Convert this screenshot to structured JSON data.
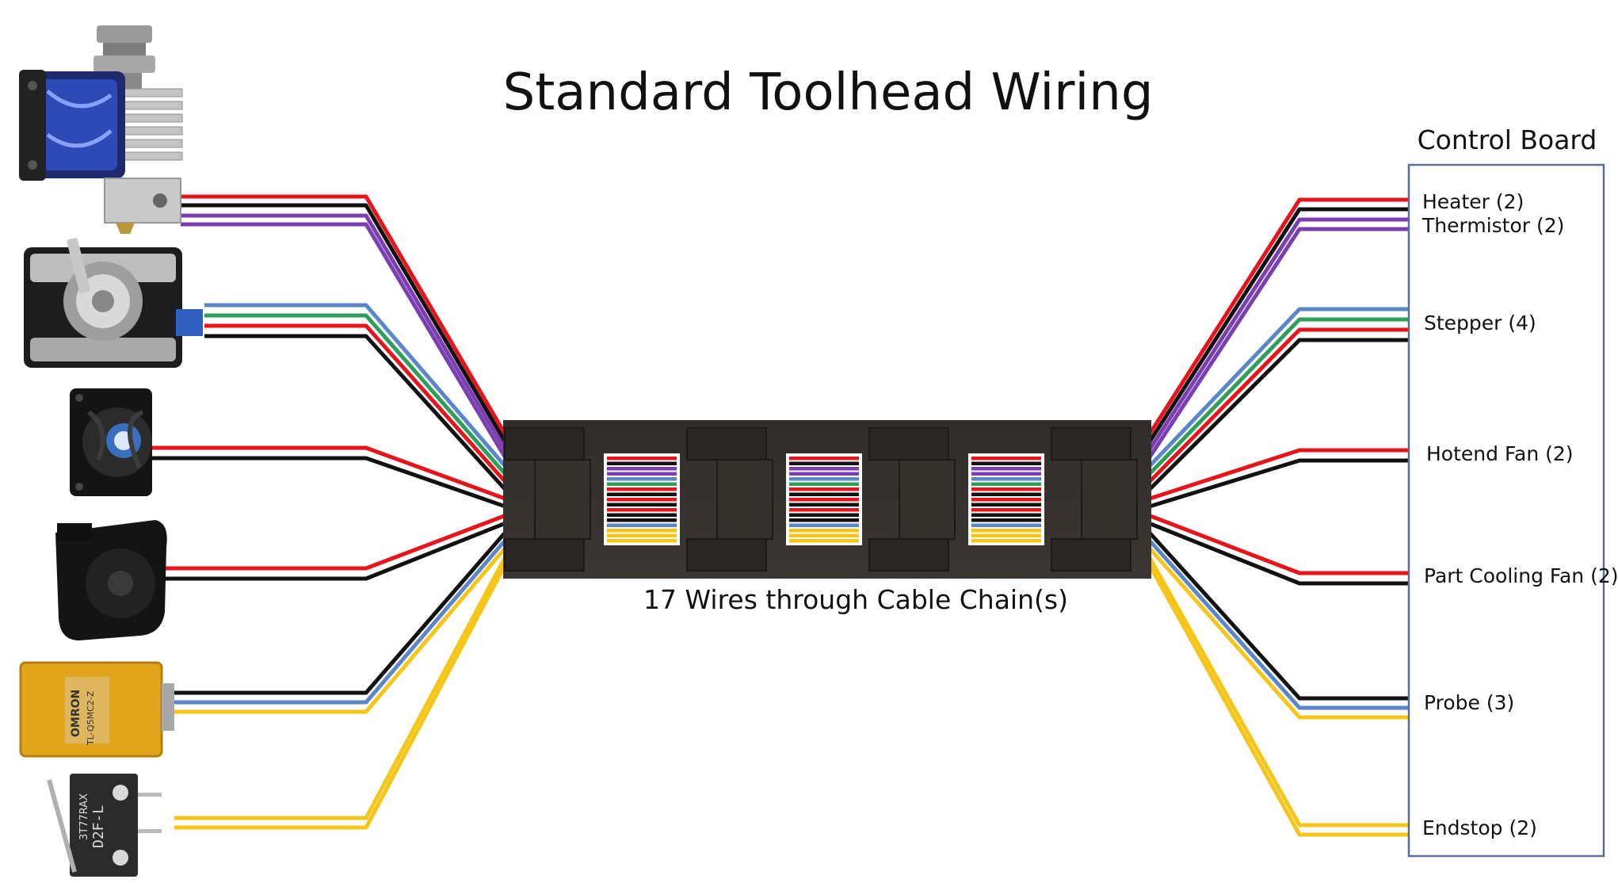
{
  "title": "Standard Toolhead Wiring",
  "chain_caption": "17 Wires through Cable Chain(s)",
  "board": {
    "title": "Control Board",
    "ports": [
      {
        "label": "Heater (2)",
        "key": "heater"
      },
      {
        "label": "Thermistor (2)",
        "key": "thermistor"
      },
      {
        "label": "Stepper (4)",
        "key": "stepper"
      },
      {
        "label": "Hotend Fan (2)",
        "key": "hotend_fan"
      },
      {
        "label": "Part Cooling Fan (2)",
        "key": "part_fan"
      },
      {
        "label": "Probe (3)",
        "key": "probe"
      },
      {
        "label": "Endstop (2)",
        "key": "endstop"
      }
    ]
  },
  "components": [
    {
      "name": "hotend-icon",
      "key": "hotend"
    },
    {
      "name": "stepper-motor-icon",
      "key": "stepper"
    },
    {
      "name": "hotend-fan-icon",
      "key": "hotend_fan"
    },
    {
      "name": "blower-fan-icon",
      "key": "part_fan"
    },
    {
      "name": "inductive-probe-icon",
      "key": "probe",
      "probe_text": [
        "OMRON",
        "TL-Q5MC2-Z"
      ]
    },
    {
      "name": "microswitch-icon",
      "key": "endstop",
      "switch_text": [
        "3T77RAX",
        "D2F-L"
      ]
    }
  ],
  "colors": {
    "red": "#e8141c",
    "black": "#111111",
    "purple": "#7b3fb1",
    "blue": "#5b86c7",
    "green": "#2e9e5b",
    "yellow": "#f5c518",
    "chain": "#3b3632",
    "chain_dark": "#2a2623",
    "board_border": "#5a6f96"
  },
  "wire_groups": [
    {
      "key": "heater",
      "colors": [
        "red",
        "black"
      ]
    },
    {
      "key": "thermistor",
      "colors": [
        "purple",
        "purple"
      ]
    },
    {
      "key": "stepper",
      "colors": [
        "blue",
        "green",
        "red",
        "black"
      ]
    },
    {
      "key": "hotend_fan",
      "colors": [
        "red",
        "black"
      ]
    },
    {
      "key": "part_fan",
      "colors": [
        "red",
        "black"
      ]
    },
    {
      "key": "probe",
      "colors": [
        "black",
        "blue",
        "yellow"
      ]
    },
    {
      "key": "endstop",
      "colors": [
        "yellow",
        "yellow"
      ]
    }
  ]
}
